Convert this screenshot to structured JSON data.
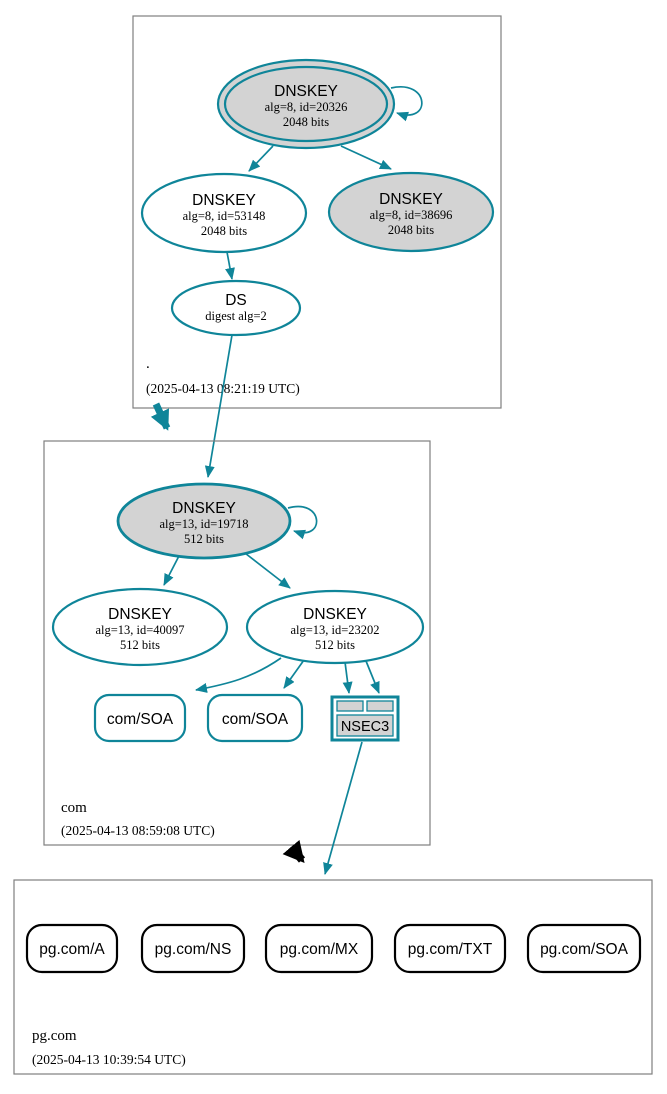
{
  "colors": {
    "secure": "#0f8599",
    "insecure_black": "#000000",
    "node_fill_gray": "#d3d3d3",
    "box_border": "#7f7f7f"
  },
  "zones": {
    "root": {
      "label": ".",
      "timestamp": "(2025-04-13 08:21:19 UTC)"
    },
    "com": {
      "label": "com",
      "timestamp": "(2025-04-13 08:59:08 UTC)"
    },
    "pg_com": {
      "label": "pg.com",
      "timestamp": "(2025-04-13 10:39:54 UTC)"
    }
  },
  "nodes": {
    "root_ksk": {
      "type": "DNSKEY",
      "detail1": "alg=8, id=20326",
      "detail2": "2048 bits"
    },
    "root_zsk": {
      "type": "DNSKEY",
      "detail1": "alg=8, id=53148",
      "detail2": "2048 bits"
    },
    "root_key_38696": {
      "type": "DNSKEY",
      "detail1": "alg=8, id=38696",
      "detail2": "2048 bits"
    },
    "root_ds": {
      "type": "DS",
      "detail1": "digest alg=2"
    },
    "com_ksk": {
      "type": "DNSKEY",
      "detail1": "alg=13, id=19718",
      "detail2": "512 bits"
    },
    "com_key_40097": {
      "type": "DNSKEY",
      "detail1": "alg=13, id=40097",
      "detail2": "512 bits"
    },
    "com_zsk": {
      "type": "DNSKEY",
      "detail1": "alg=13, id=23202",
      "detail2": "512 bits"
    },
    "com_soa_1": {
      "label": "com/SOA"
    },
    "com_soa_2": {
      "label": "com/SOA"
    },
    "com_nsec3": {
      "label": "NSEC3"
    },
    "pg_a": {
      "label": "pg.com/A"
    },
    "pg_ns": {
      "label": "pg.com/NS"
    },
    "pg_mx": {
      "label": "pg.com/MX"
    },
    "pg_txt": {
      "label": "pg.com/TXT"
    },
    "pg_soa": {
      "label": "pg.com/SOA"
    }
  },
  "edges": [
    {
      "from": "root_ksk",
      "to": "root_ksk",
      "style": "secure-self-sign"
    },
    {
      "from": "root_ksk",
      "to": "root_zsk",
      "style": "secure"
    },
    {
      "from": "root_ksk",
      "to": "root_key_38696",
      "style": "secure"
    },
    {
      "from": "root_zsk",
      "to": "root_ds",
      "style": "secure"
    },
    {
      "from": "root_ds",
      "to": "com_ksk",
      "style": "secure"
    },
    {
      "from": "root_zone",
      "to": "com_zone",
      "style": "secure-delegation"
    },
    {
      "from": "com_ksk",
      "to": "com_ksk",
      "style": "secure-self-sign"
    },
    {
      "from": "com_ksk",
      "to": "com_key_40097",
      "style": "secure"
    },
    {
      "from": "com_ksk",
      "to": "com_zsk",
      "style": "secure"
    },
    {
      "from": "com_zsk",
      "to": "com_soa_1",
      "style": "secure"
    },
    {
      "from": "com_zsk",
      "to": "com_soa_2",
      "style": "secure"
    },
    {
      "from": "com_zsk",
      "to": "com_nsec3",
      "style": "secure"
    },
    {
      "from": "com_zsk",
      "to": "com_nsec3",
      "style": "secure"
    },
    {
      "from": "com_nsec3",
      "to": "pg_com_zone",
      "style": "secure"
    },
    {
      "from": "com_zone",
      "to": "pg_com_zone",
      "style": "insecure-delegation"
    }
  ]
}
